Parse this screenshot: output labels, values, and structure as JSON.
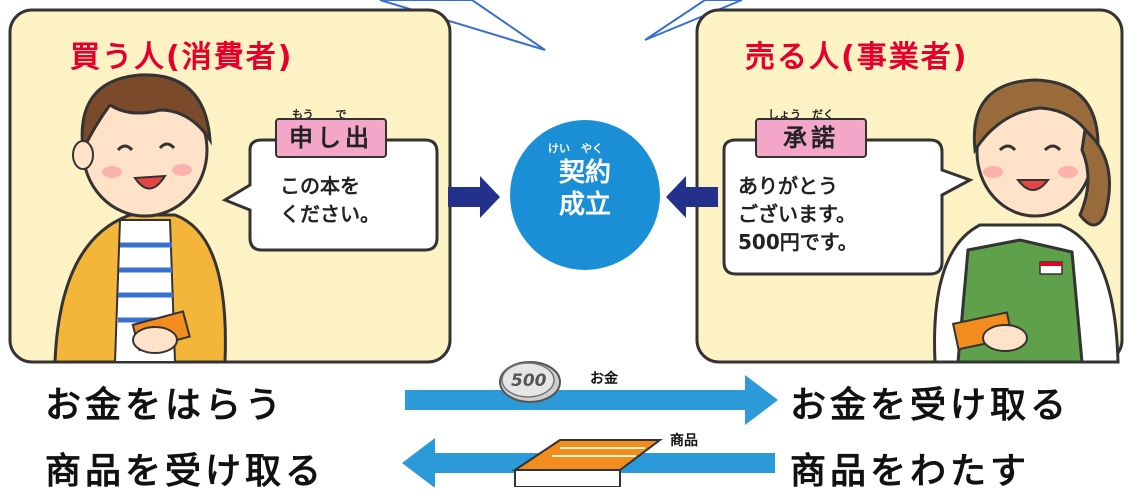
{
  "buyer": {
    "title": "買う人(消費者)",
    "action_ruby": "もう　　で",
    "action_label": "申し出",
    "speech_lines": [
      "この本を",
      "ください。"
    ]
  },
  "seller": {
    "title": "売る人(事業者)",
    "action_ruby": "しょう　だく",
    "action_label": "承諾",
    "speech_lines": [
      "ありがとう",
      "ございます。",
      "500円です。"
    ]
  },
  "contract": {
    "ruby": "けい　やく",
    "line1": "契約",
    "line2": "成立"
  },
  "flows": {
    "money": {
      "left": "お金をはらう",
      "right": "お金を受け取る",
      "label": "お金",
      "coin_value": "500"
    },
    "goods": {
      "left": "商品を受け取る",
      "right": "商品をわたす",
      "label": "商品"
    }
  },
  "colors": {
    "panel_fill": "#fdf2c4",
    "title_red": "#e4002b",
    "tag_pink": "#f4a6c8",
    "contract_blue": "#1a8fd6",
    "flow_blue": "#2c9ad8",
    "arrow_navy": "#23318c"
  }
}
